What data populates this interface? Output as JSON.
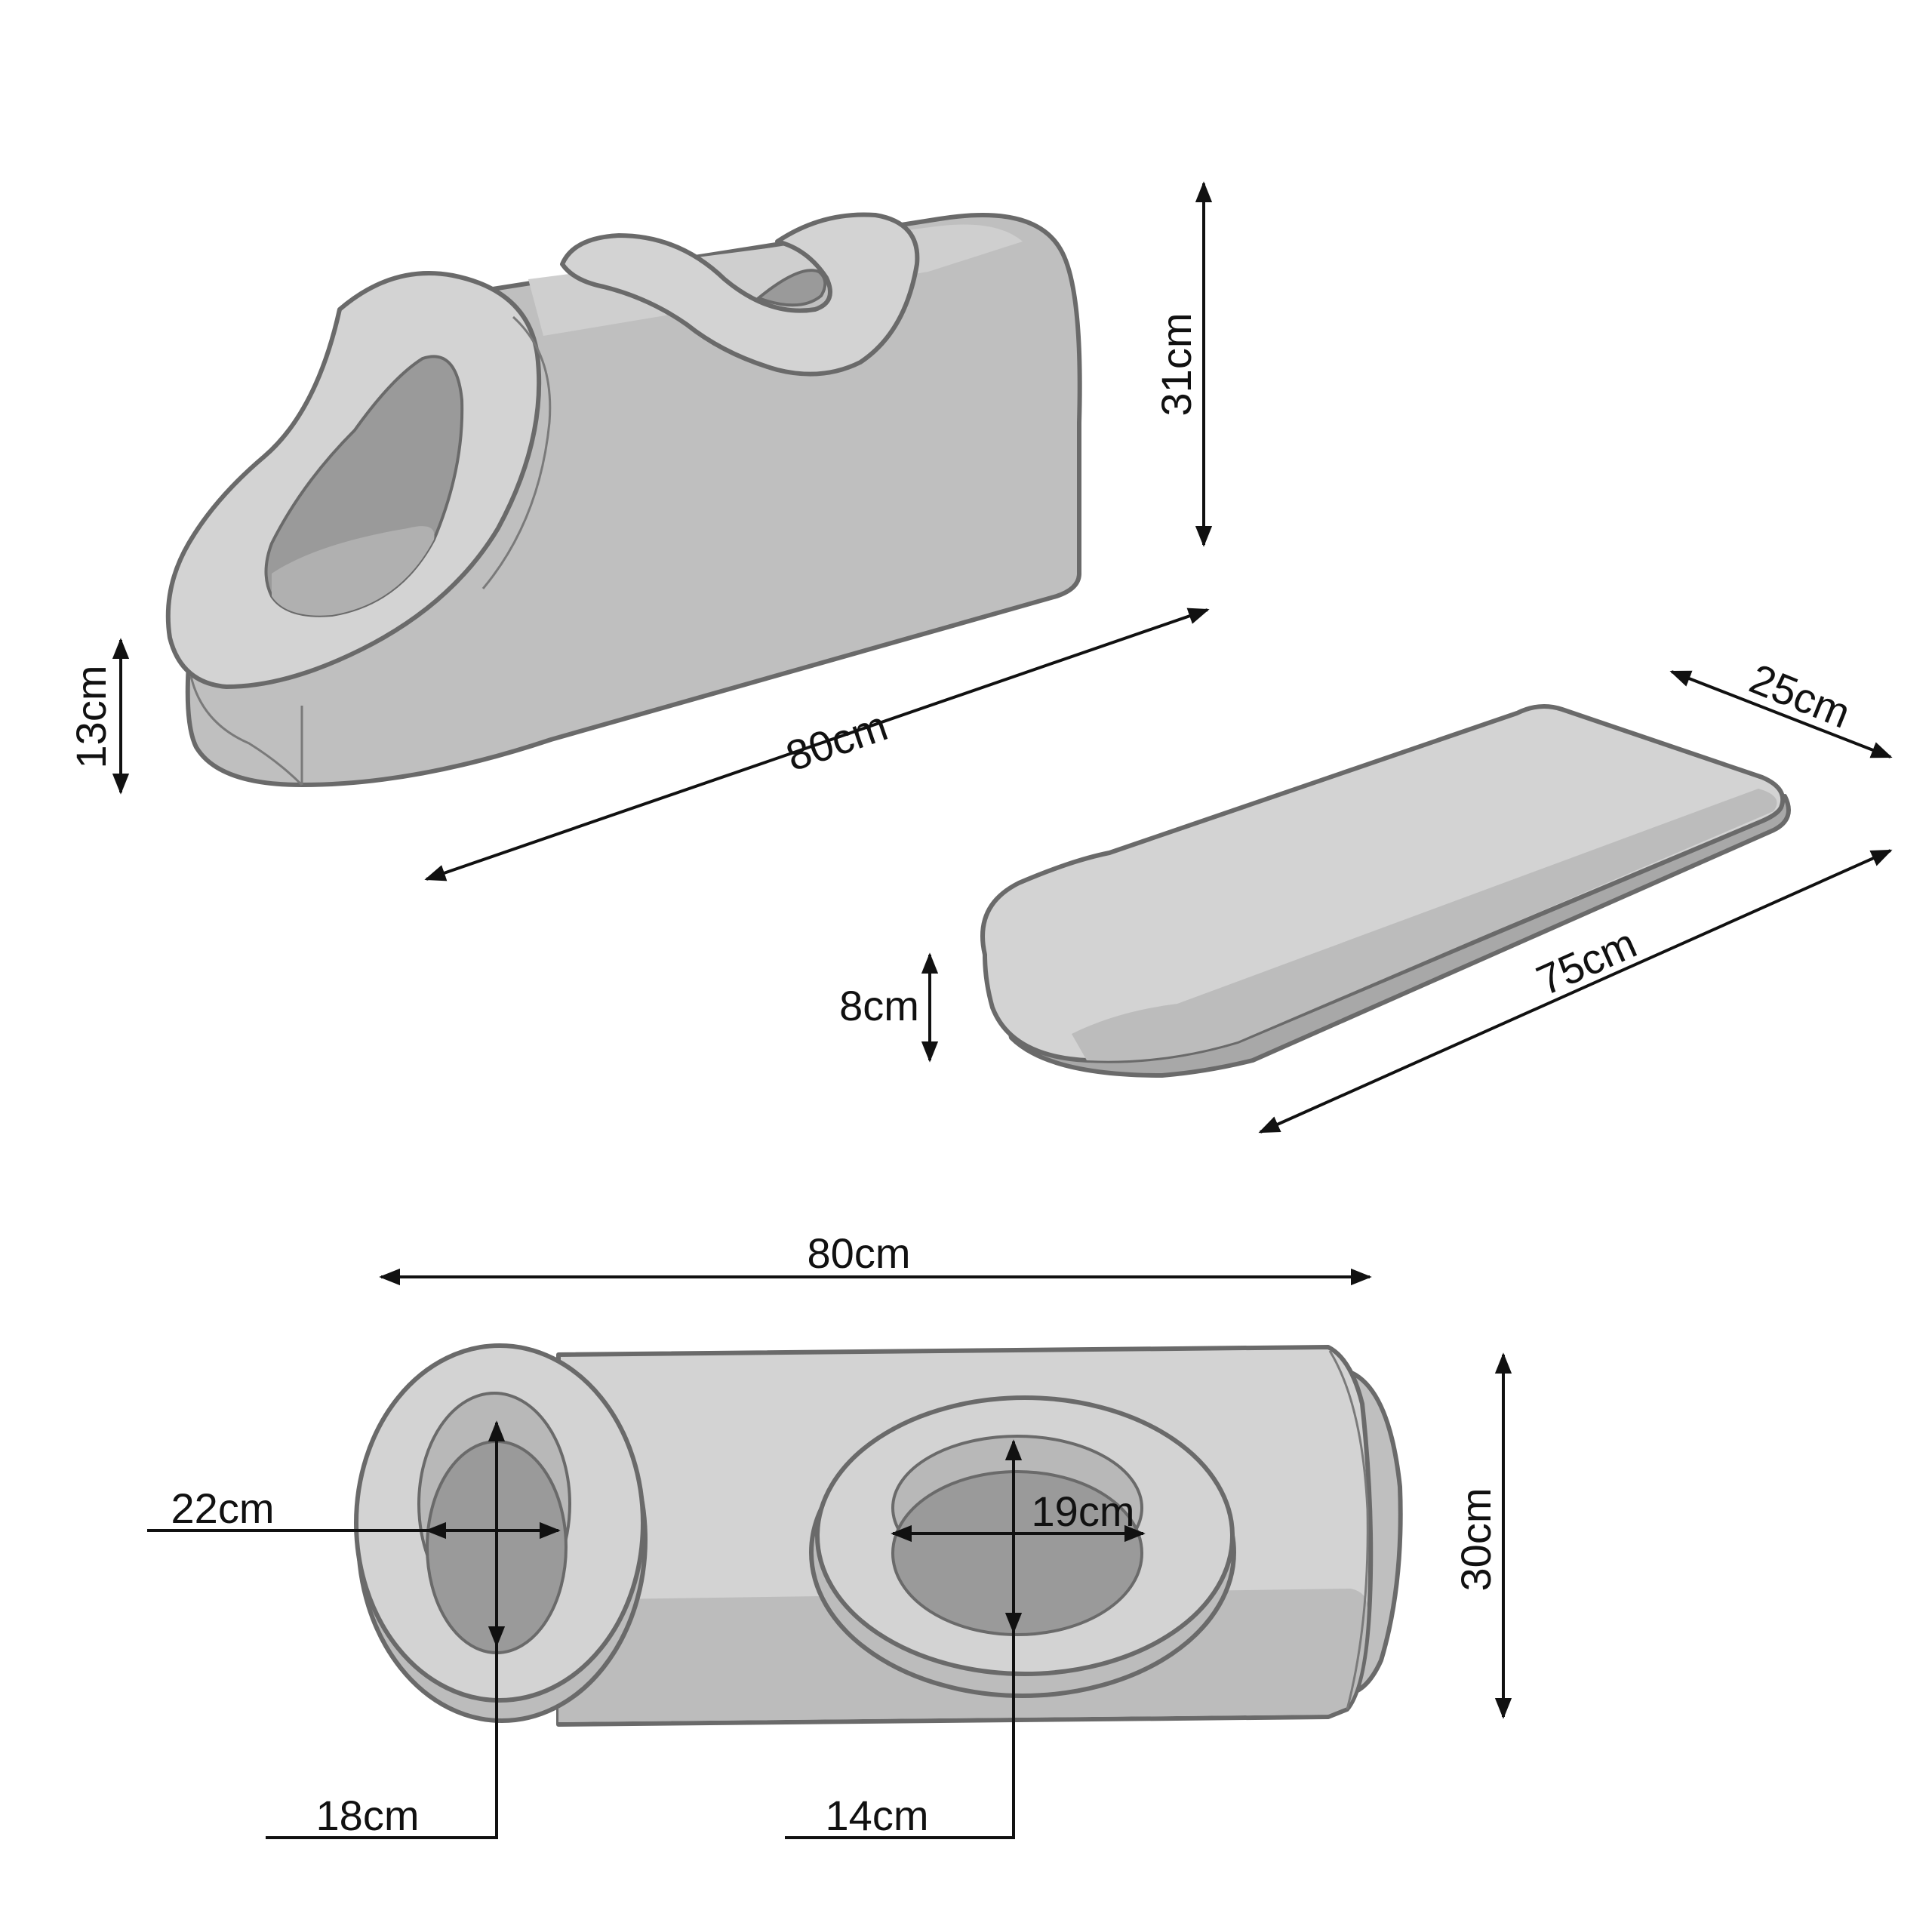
{
  "diagram": {
    "top_view": {
      "length_label": "80cm",
      "height_label": "31cm",
      "base_height_label": "13cm"
    },
    "mattress_view": {
      "length_label": "75cm",
      "width_label": "25cm",
      "thickness_label": "8cm"
    },
    "bottom_view": {
      "length_label": "80cm",
      "height_label": "30cm",
      "left_hole_width_label": "22cm",
      "left_hole_height_label": "18cm",
      "right_hole_width_label": "19cm",
      "right_hole_height_label": "14cm"
    }
  },
  "colors": {
    "fill_light": "#d3d3d3",
    "fill_mid": "#bfbfbf",
    "fill_dark": "#a8a8a8",
    "hole": "#9a9a9a",
    "outline": "#6a6a6a",
    "dimension": "#111111"
  }
}
